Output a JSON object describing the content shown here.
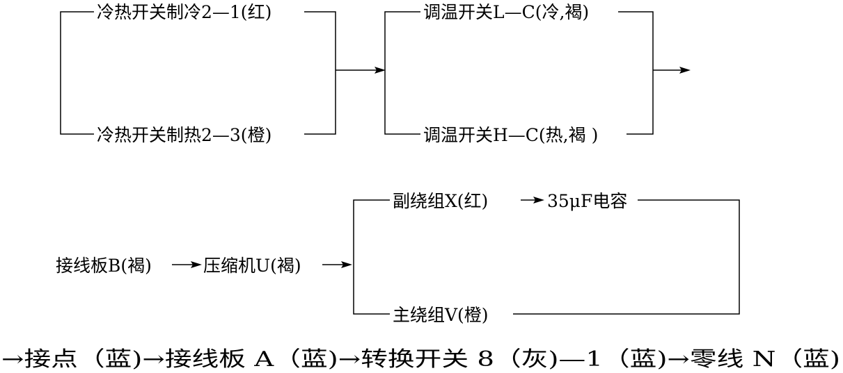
{
  "diagram": {
    "cool_heat_switch_cool": "冷热开关制冷2—1(红)",
    "cool_heat_switch_heat": "冷热开关制热2—3(橙)",
    "thermostat_l": "调温开关L—C(冷,褐)",
    "thermostat_h": "调温开关H—C(热,褐 )",
    "terminal_board_b": "接线板B(褐)",
    "compressor_u": "压缩机U(褐)",
    "aux_winding": "副绕组X(红)",
    "capacitor": "35μF电容",
    "main_winding": "主绕组V(橙)",
    "return_path": "→接点（蓝)→接线板 A（蓝)→转换开关 8（灰)—1（蓝)→零线 N（蓝)"
  }
}
